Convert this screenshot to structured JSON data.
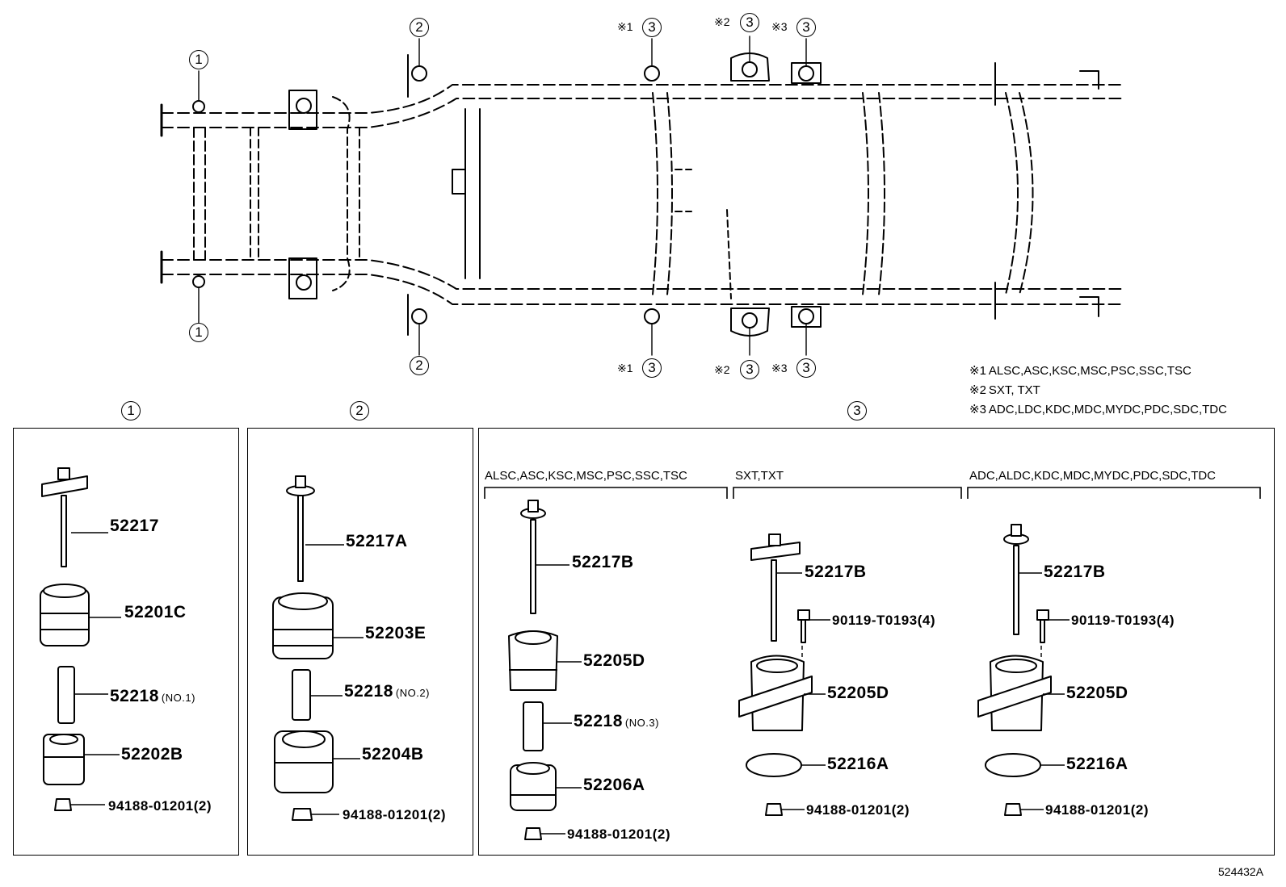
{
  "figure_id": "524432A",
  "notes": [
    {
      "mark": "※1",
      "text": "ALSC,ASC,KSC,MSC,PSC,SSC,TSC"
    },
    {
      "mark": "※2",
      "text": "SXT, TXT"
    },
    {
      "mark": "※3",
      "text": "ADC,LDC,KDC,MDC,MYDC,PDC,SDC,TDC"
    }
  ],
  "callouts": {
    "c1": "1",
    "c2": "2",
    "c3": "3",
    "r1": "※1",
    "r2": "※2",
    "r3": "※3"
  },
  "panels": {
    "p1": {
      "title": "1",
      "parts": {
        "bolt": "52217",
        "cushion_upper": "52201C",
        "collar": "52218",
        "collar_suffix": "(NO.1)",
        "cushion_lower": "52202B",
        "nut": "94188-01201(2)"
      }
    },
    "p2": {
      "title": "2",
      "parts": {
        "bolt": "52217A",
        "cushion_upper": "52203E",
        "collar": "52218",
        "collar_suffix": "(NO.2)",
        "cushion_lower": "52204B",
        "nut": "94188-01201(2)"
      }
    },
    "p3": {
      "title": "3",
      "groups": [
        {
          "label": "ALSC,ASC,KSC,MSC,PSC,SSC,TSC",
          "parts": {
            "bolt": "52217B",
            "cushion_upper": "52205D",
            "collar": "52218",
            "collar_suffix": "(NO.3)",
            "cushion_lower": "52206A",
            "nut": "94188-01201(2)"
          }
        },
        {
          "label": "SXT,TXT",
          "parts": {
            "bolt": "52217B",
            "screw": "90119-T0193(4)",
            "cushion": "52205D",
            "washer": "52216A",
            "nut": "94188-01201(2)"
          }
        },
        {
          "label": "ADC,ALDC,KDC,MDC,MYDC,PDC,SDC,TDC",
          "parts": {
            "bolt": "52217B",
            "screw": "90119-T0193(4)",
            "cushion": "52205D",
            "washer": "52216A",
            "nut": "94188-01201(2)"
          }
        }
      ]
    }
  }
}
